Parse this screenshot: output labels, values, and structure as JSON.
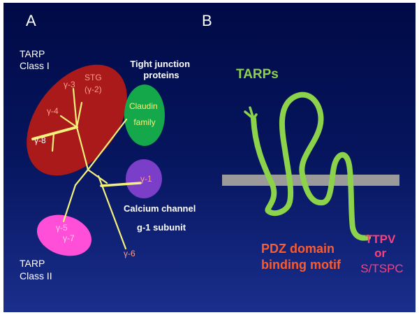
{
  "panel_a": {
    "panel_label": "A",
    "class1_line1": "TARP",
    "class1_line2": "Class I",
    "class2_line1": "TARP",
    "class2_line2": "Class II",
    "tj_line1": "Tight junction",
    "tj_line2": "proteins",
    "claudin_line1": "Claudin",
    "claudin_line2": "family",
    "ca_line1": "Calcium channel",
    "ca_line2": "g-1 subunit",
    "leaves": {
      "g3": "γ-3",
      "stg": "STG",
      "g2": "(γ-2)",
      "g4": "γ-4",
      "g8": "γ-8",
      "g1": "γ-1",
      "g5": "γ-5",
      "g7": "γ-7",
      "g6": "γ-6"
    }
  },
  "panel_b": {
    "panel_label": "B",
    "tarps": "TARPs",
    "pdz_line1": "PDZ domain",
    "pdz_line2": "binding motif",
    "ttpv_line1": "TTPV",
    "ttpv_line2": "or",
    "ttpv_line3": "S/TSPC"
  },
  "colors": {
    "background_top": "#000a46",
    "background_bottom": "#1a2e8c",
    "class1_ellipse": "#aa1a1a",
    "class2_ellipse": "#ff4fd8",
    "claudin_ellipse": "#14a84a",
    "gamma1_ellipse": "#7a3ec8",
    "tree_branch": "#f4f27a",
    "tarp_protein": "#8cd24a",
    "membrane": "#9a9a9a",
    "pdz_text": "#ff5a2a",
    "ttpv_text": "#ff3f7a"
  }
}
